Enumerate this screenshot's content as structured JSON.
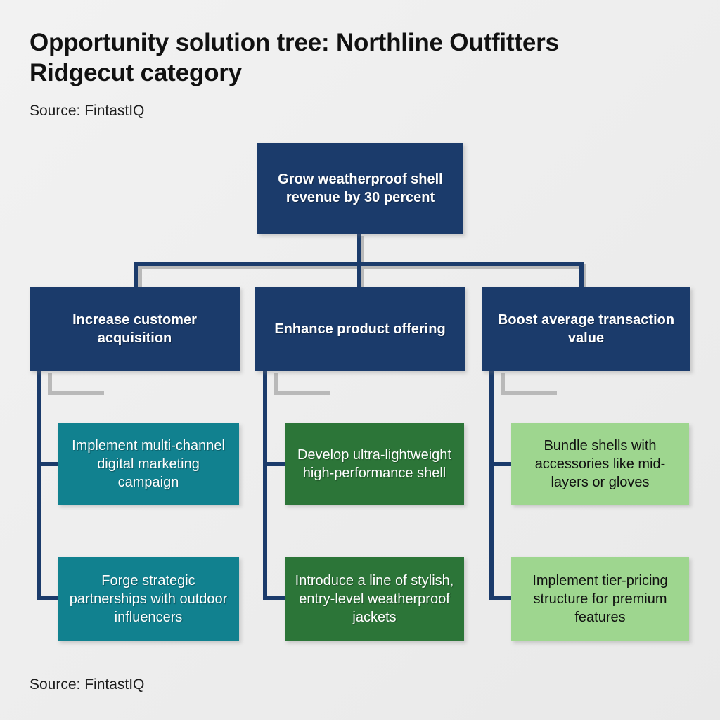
{
  "header": {
    "title": "Opportunity solution tree: Northline Outfitters Ridgecut category",
    "subtitle": "Source: FintastIQ"
  },
  "footer": {
    "source": "Source: FintastIQ"
  },
  "colors": {
    "background": "#EFEFEF",
    "navy": "#1B3B6B",
    "teal": "#11818F",
    "dark_green": "#2C7538",
    "light_green": "#9ED68F",
    "connector": "#1B3B6B",
    "text_light": "#FFFFFF",
    "text_dark": "#101010"
  },
  "tree": {
    "root": {
      "label": "Grow weatherproof shell revenue by 30 percent"
    },
    "branches": [
      {
        "label": "Increase customer acquisition",
        "leaves": [
          {
            "label": "Implement multi-channel digital marketing campaign"
          },
          {
            "label": "Forge strategic partnerships with outdoor influencers"
          }
        ]
      },
      {
        "label": "Enhance product offering",
        "leaves": [
          {
            "label": "Develop ultra-lightweight high-performance shell"
          },
          {
            "label": "Introduce a line of stylish, entry-level weatherproof jackets"
          }
        ]
      },
      {
        "label": "Boost average transaction value",
        "leaves": [
          {
            "label": "Bundle shells with accessories like mid-layers or gloves"
          },
          {
            "label": "Implement tier-pricing structure for premium features"
          }
        ]
      }
    ]
  }
}
